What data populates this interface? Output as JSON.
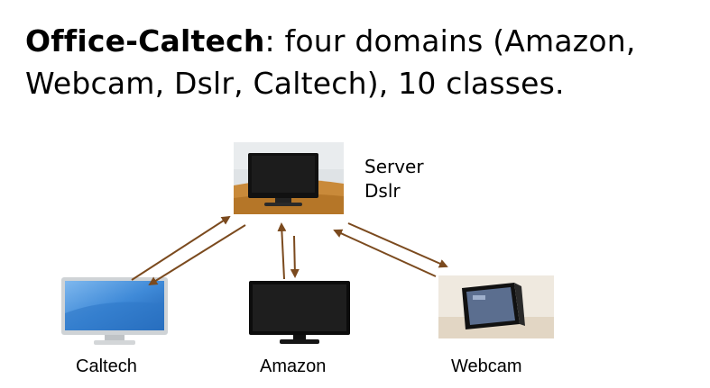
{
  "title": {
    "bold": "Office-Caltech",
    "rest_line1": ": four domains (Amazon,",
    "line2": "Webcam, Dslr, Caltech), 10 classes."
  },
  "server": {
    "role": "Server",
    "name": "Dslr"
  },
  "clients": [
    {
      "label": "Caltech"
    },
    {
      "label": "Amazon"
    },
    {
      "label": "Webcam"
    }
  ],
  "colors": {
    "arrow": "#7b4a1e",
    "apple_screen": "#3f8ad8",
    "desk": "#c98a3a"
  }
}
